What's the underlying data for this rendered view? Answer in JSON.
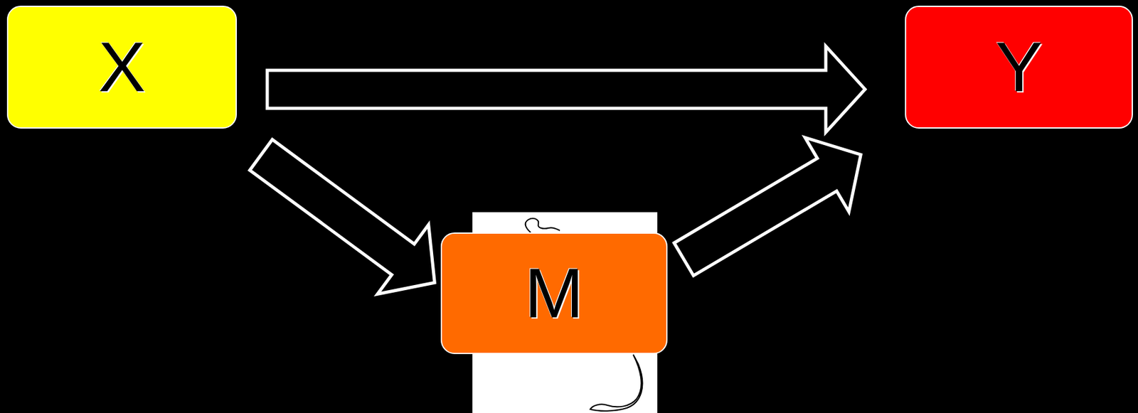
{
  "diagram": {
    "nodes": [
      {
        "text": [
          "X"
        ]
      },
      {
        "text": [
          "Y"
        ]
      },
      {
        "text": [
          "M"
        ]
      }
    ],
    "edges": [
      {
        "from": 0,
        "to": 1,
        "arrow": "to"
      },
      {
        "from": 0,
        "to": 2,
        "arrow": "to"
      },
      {
        "from": 2,
        "to": 1,
        "arrow": "to"
      }
    ]
  }
}
